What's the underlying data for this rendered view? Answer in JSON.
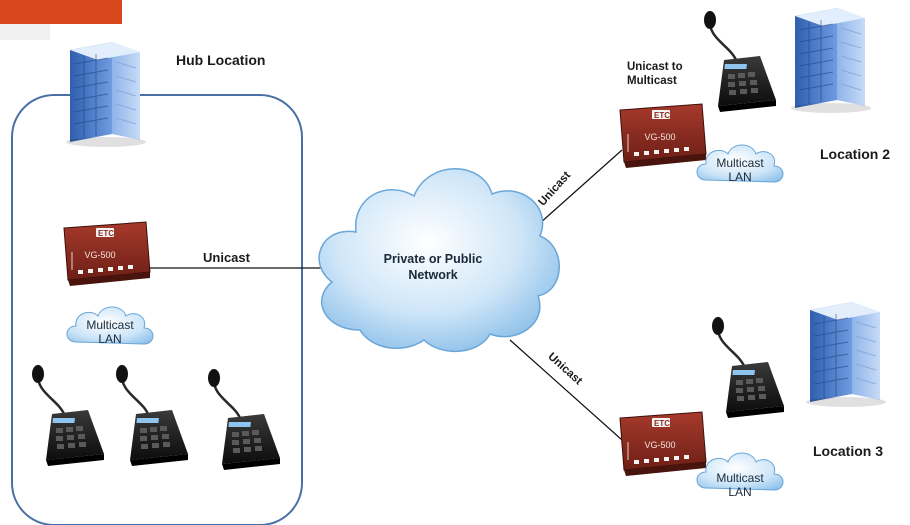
{
  "hub": {
    "title": "Hub Location"
  },
  "network": {
    "label_line1": "Private or Public",
    "label_line2": "Network"
  },
  "links": {
    "hub": "Unicast",
    "location2": "Unicast",
    "location3": "Unicast"
  },
  "locations": {
    "location2": {
      "title": "Location 2",
      "note_line1": "Unicast to",
      "note_line2": "Multicast"
    },
    "location3": {
      "title": "Location 3"
    }
  },
  "device": {
    "model": "VG-500",
    "brand": "ETC"
  },
  "lan": {
    "line1": "Multicast",
    "line2": "LAN"
  },
  "colors": {
    "device_red": "#8b2a1f",
    "building_blue": "#3f74c9",
    "cloud_blue": "#a9d3f2",
    "hub_border": "#4a6fa5",
    "corner_banner": "#d9481c"
  }
}
